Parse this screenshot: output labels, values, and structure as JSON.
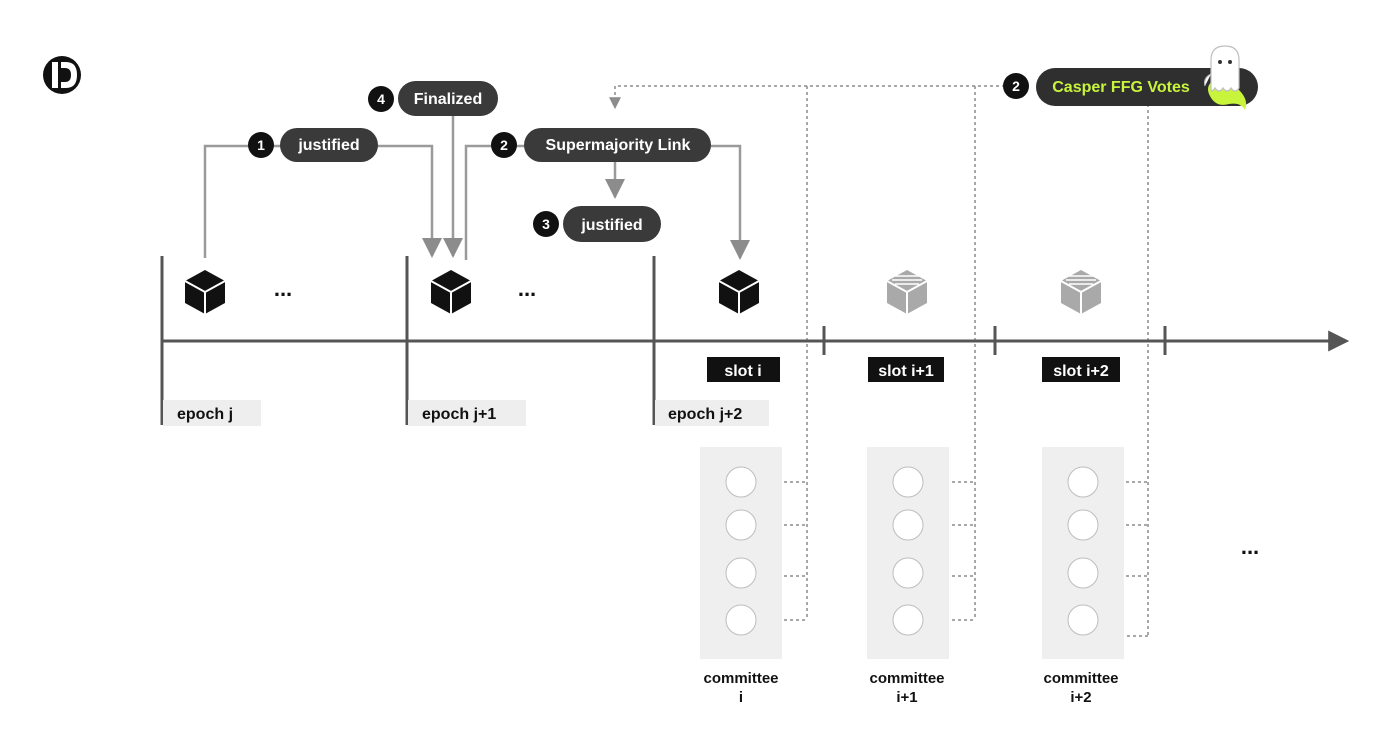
{
  "colors": {
    "pill": "#3a3a3a",
    "accent": "#c8f53c",
    "line": "#9a9a9a",
    "axis": "#555555",
    "committee_bg": "#efefef"
  },
  "icons": [
    "brand-logo-icon",
    "block-cube-icon",
    "pending-block-cube-icon",
    "ghost-mascot-icon"
  ],
  "steps": [
    {
      "num": "1",
      "label": "justified"
    },
    {
      "num": "2",
      "label": "Supermajority Link"
    },
    {
      "num": "3",
      "label": "justified"
    },
    {
      "num": "4",
      "label": "Finalized"
    },
    {
      "num": "2",
      "label": "Casper FFG Votes"
    }
  ],
  "timeline": {
    "epochs": [
      "epoch j",
      "epoch j+1",
      "epoch j+2"
    ],
    "slots": [
      "slot i",
      "slot i+1",
      "slot i+2"
    ],
    "ellipsis": "..."
  },
  "committees": [
    {
      "line1": "committee",
      "line2": "i"
    },
    {
      "line1": "committee",
      "line2": "i+1"
    },
    {
      "line1": "committee",
      "line2": "i+2"
    }
  ],
  "ellipsis_right": "..."
}
